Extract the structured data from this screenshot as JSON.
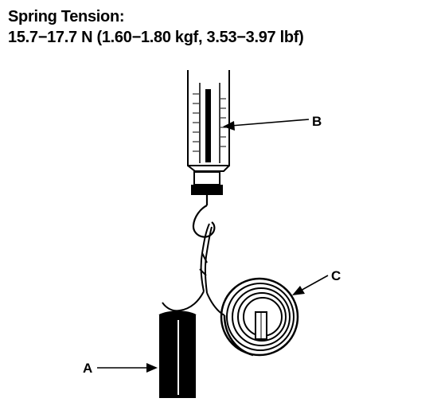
{
  "spec": {
    "title": "Spring Tension:",
    "value": "15.7−17.7 N (1.60−1.80 kgf, 3.53−3.97 lbf)"
  },
  "labels": {
    "a": "A",
    "b": "B",
    "c": "C"
  },
  "colors": {
    "ink": "#000000",
    "paper": "#ffffff"
  }
}
